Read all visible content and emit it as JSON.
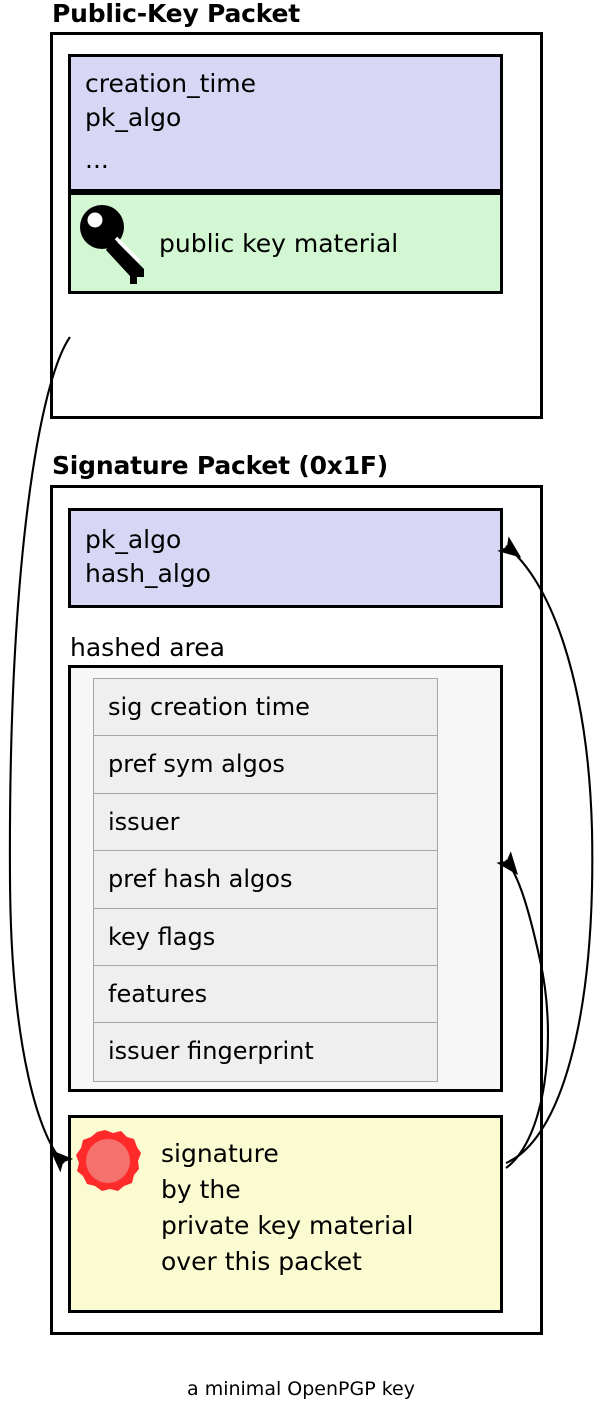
{
  "caption": "a minimal OpenPGP key",
  "colors": {
    "lavender": "#d7d7f5",
    "green": "#d2f7d2",
    "yellow": "#fbfbd2",
    "subpacket_fill": "#efefef",
    "area_fill": "#f7f7f7",
    "seal_red": "#ff2a2a",
    "seal_inner": "#f4716e",
    "stroke": "#000000"
  },
  "public_key_packet": {
    "title": "Public-Key Packet",
    "header_fields": {
      "line1": "creation_time",
      "line2": "pk_algo",
      "line3": "..."
    },
    "key_material": {
      "icon": "key-icon",
      "label": "public key material"
    }
  },
  "signature_packet": {
    "title": "Signature Packet (0x1F)",
    "algo_fields": {
      "line1": "pk_algo",
      "line2": "hash_algo"
    },
    "hashed_area": {
      "label": "hashed area",
      "subpackets": [
        "sig creation time",
        "pref sym algos",
        "issuer",
        "pref hash algos",
        "key flags",
        "features",
        "issuer fingerprint"
      ]
    },
    "signature_block": {
      "icon": "wax-seal-icon",
      "line1": "signature",
      "line2": "by the",
      "line3": "private key material",
      "line4": "over this packet"
    }
  },
  "arrows": [
    {
      "name": "arrow-public-key-to-signature",
      "from": "public-key-packet",
      "to": "signature-block"
    },
    {
      "name": "arrow-signature-to-algo-fields",
      "from": "signature-block",
      "to": "signature-algo-fields"
    },
    {
      "name": "arrow-signature-to-hashed-area",
      "from": "signature-block",
      "to": "hashed-area"
    }
  ]
}
